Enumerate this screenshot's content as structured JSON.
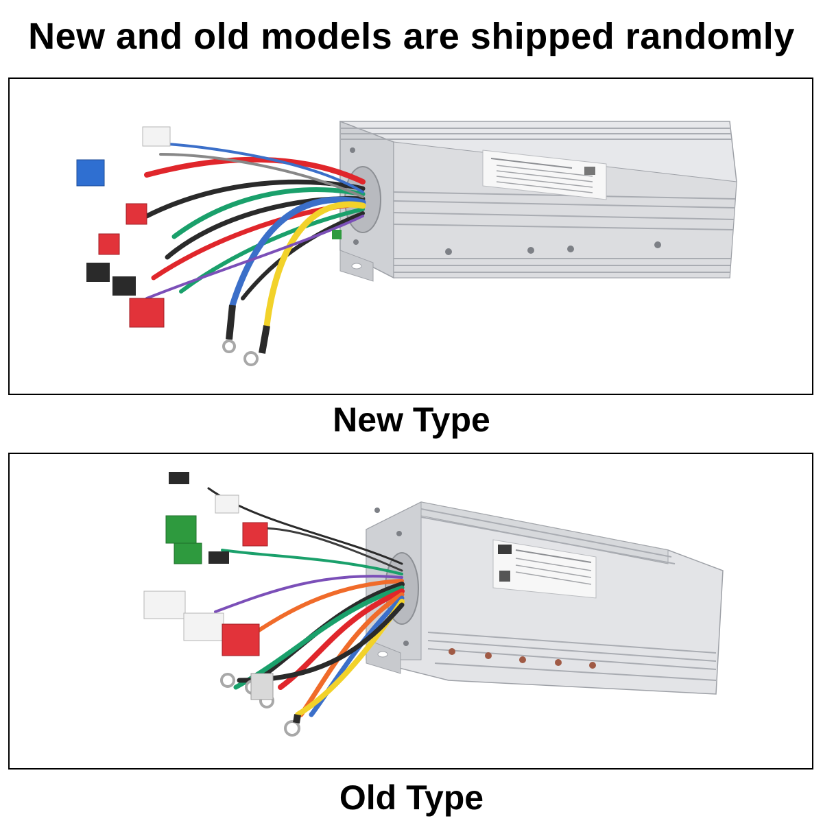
{
  "headline": "New and old models are shipped randomly",
  "panels": {
    "new": {
      "caption": "New Type"
    },
    "old": {
      "caption": "Old Type"
    }
  },
  "colors": {
    "housing": "#dcdde0",
    "fin_shadow": "#a9acb2",
    "wire_red": "#e0262b",
    "wire_blue": "#3b6fc9",
    "wire_yellow": "#f2d22a",
    "wire_green": "#1aa06b",
    "wire_black": "#2a2a2a",
    "wire_orange": "#f06b2a",
    "connector_blue": "#2f6fd1",
    "connector_red": "#e2333a",
    "connector_green": "#2e9a3e"
  }
}
